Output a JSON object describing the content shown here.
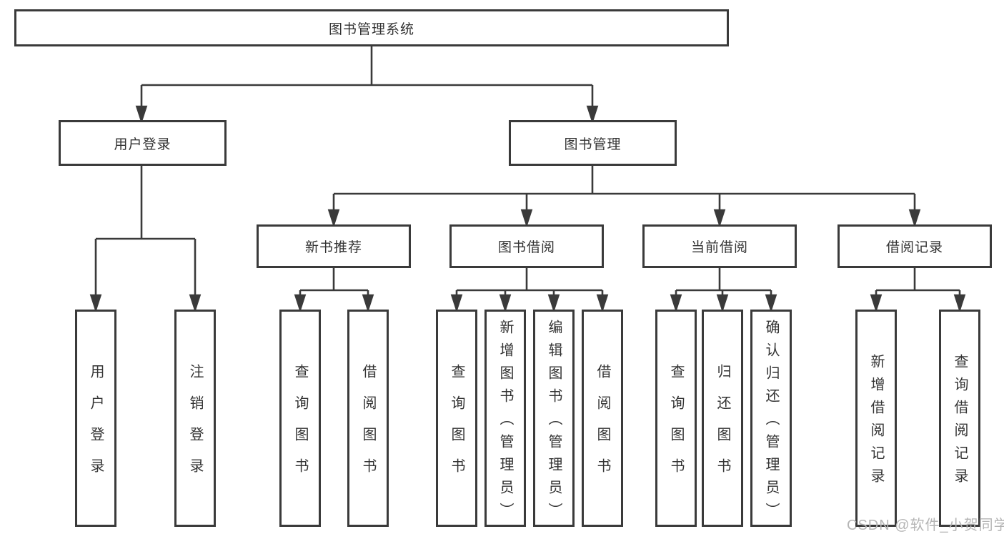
{
  "tree": {
    "root": "图书管理系统",
    "branches": [
      {
        "label": "用户登录",
        "children": [
          "用户登录",
          "注销登录"
        ]
      },
      {
        "label": "图书管理",
        "sections": [
          {
            "label": "新书推荐",
            "children": [
              "查询图书",
              "借阅图书"
            ]
          },
          {
            "label": "图书借阅",
            "children": [
              "查询图书",
              "新增图书（管理员）",
              "编辑图书（管理员）",
              "借阅图书"
            ]
          },
          {
            "label": "当前借阅",
            "children": [
              "查询图书",
              "归还图书",
              "确认归还（管理员）"
            ]
          },
          {
            "label": "借阅记录",
            "children": [
              "新增借阅记录",
              "查询借阅记录"
            ]
          }
        ]
      }
    ]
  },
  "watermark": "CSDN @软件_小贺同学",
  "colors": {
    "line": "#3a3a3a",
    "text": "#333333",
    "background": "#ffffff",
    "watermark": "#b5b5b5"
  }
}
